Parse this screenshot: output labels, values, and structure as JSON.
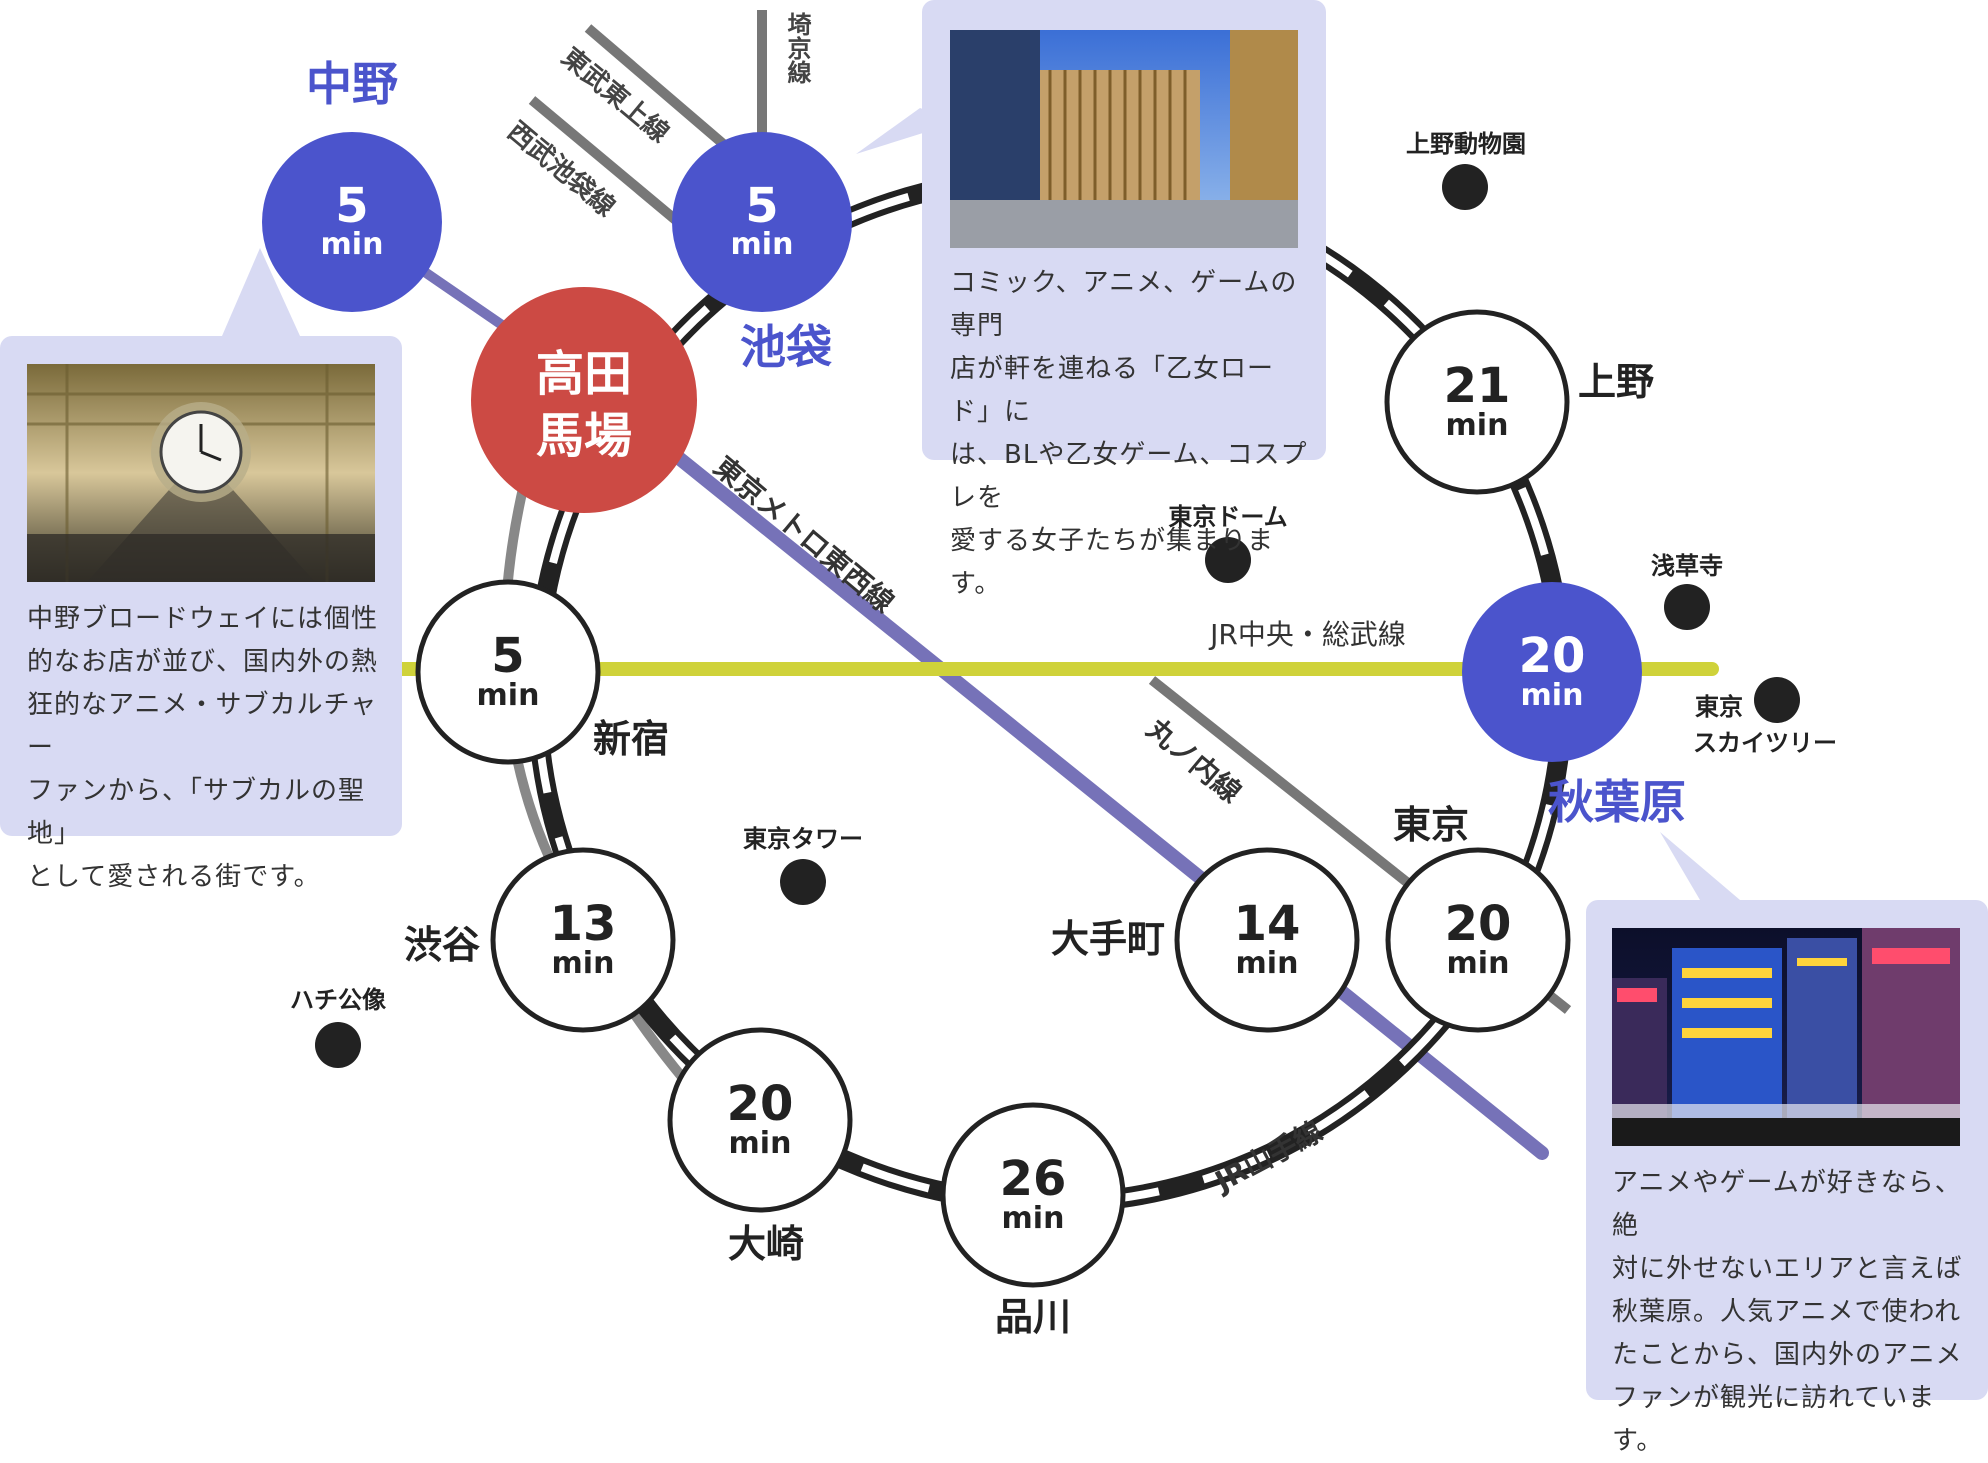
{
  "colors": {
    "accent_blue": "#4b54cc",
    "origin_red": "#cc4a44",
    "callout_bg": "#d8daf3",
    "tozai_line": "#7672b8",
    "chuo_line": "#cfd23a",
    "gray_line": "#777777",
    "landmark": "#222222"
  },
  "origin": {
    "line1": "高田",
    "line2": "馬場"
  },
  "unit": "min",
  "stations": {
    "nakano": {
      "name": "中野",
      "minutes": "5"
    },
    "ikebukuro": {
      "name": "池袋",
      "minutes": "5"
    },
    "ueno": {
      "name": "上野",
      "minutes": "21"
    },
    "akihabara": {
      "name": "秋葉原",
      "minutes": "20"
    },
    "shinjuku": {
      "name": "新宿",
      "minutes": "5"
    },
    "shibuya": {
      "name": "渋谷",
      "minutes": "13"
    },
    "osaki": {
      "name": "大崎",
      "minutes": "20"
    },
    "shinagawa": {
      "name": "品川",
      "minutes": "26"
    },
    "otemachi": {
      "name": "大手町",
      "minutes": "14"
    },
    "tokyo": {
      "name": "東京",
      "minutes": "20"
    }
  },
  "lines": {
    "saikyo": "埼京線",
    "tobu_tojo": "東武東上線",
    "seibu_ikebukuro": "西武池袋線",
    "tozai": "東京メトロ東西線",
    "chuo_sobu": "JR中央・総武線",
    "marunouchi": "丸ノ内線",
    "yamanote": "JR山手線"
  },
  "landmarks": {
    "ueno_zoo": "上野動物園",
    "tokyo_dome": "東京ドーム",
    "sensoji": "浅草寺",
    "skytree_1": "東京",
    "skytree_2": "スカイツリー",
    "tokyo_tower": "東京タワー",
    "hachiko": "ハチ公像"
  },
  "callouts": {
    "nakano": [
      "中野ブロードウェイには個性",
      "的なお店が並び、国内外の熱",
      "狂的なアニメ・サブカルチャー",
      "ファンから、「サブカルの聖地」",
      "として愛される街です。"
    ],
    "ikebukuro": [
      "コミック、アニメ、ゲームの専門",
      "店が軒を連ねる「乙女ロード」に",
      "は、BLや乙女ゲーム、コスプレを",
      "愛する女子たちが集まります。"
    ],
    "akihabara": [
      "アニメやゲームが好きなら、絶",
      "対に外せないエリアと言えば",
      "秋葉原。人気アニメで使われ",
      "たことから、国内外のアニメ",
      "ファンが観光に訪れています。"
    ]
  },
  "icons": {
    "nakano_photo": "clock-arcade-photo-icon",
    "ikebukuro_photo": "building-photo-icon",
    "akihabara_photo": "neon-street-photo-icon",
    "landmark_marker": "landmark-dot-icon"
  }
}
